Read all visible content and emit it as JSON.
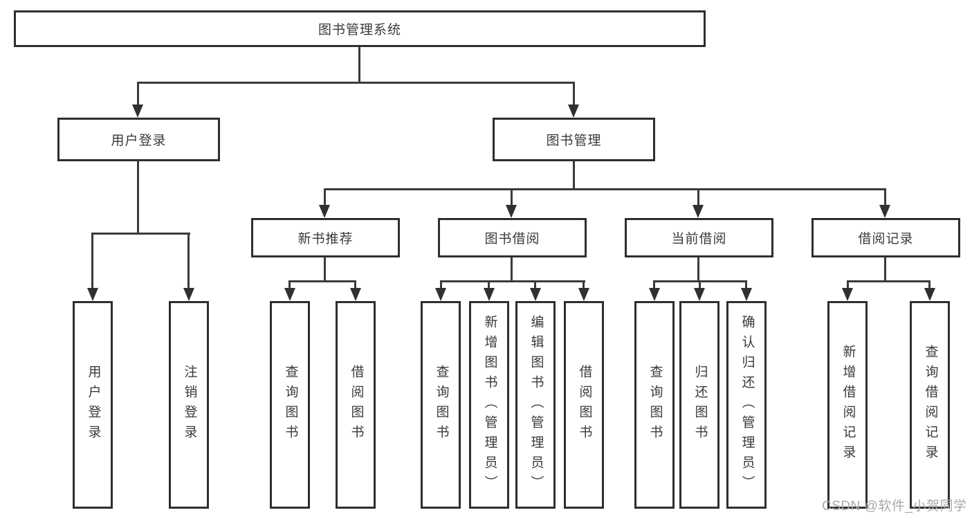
{
  "diagram": {
    "root": {
      "label": "图书管理系统"
    },
    "level2": [
      {
        "label": "用户登录"
      },
      {
        "label": "图书管理"
      }
    ],
    "level3": [
      {
        "label": "新书推荐"
      },
      {
        "label": "图书借阅"
      },
      {
        "label": "当前借阅"
      },
      {
        "label": "借阅记录"
      }
    ],
    "leaves": {
      "login": [
        "用户登录",
        "注销登录"
      ],
      "recommend": [
        "查询图书",
        "借阅图书"
      ],
      "borrow": [
        "查询图书",
        "新增图书（管理员）",
        "编辑图书（管理员）",
        "借阅图书"
      ],
      "current": [
        "查询图书",
        "归还图书",
        "确认归还（管理员）"
      ],
      "records": [
        "新增借阅记录",
        "查询借阅记录"
      ]
    }
  },
  "watermark": {
    "text": "CSDN @软件_小贺同学"
  },
  "colors": {
    "line": "#3a3a3a",
    "border": "#2e2e2e",
    "text": "#3a3a3a",
    "watermark": "#a8a8a8",
    "background": "#ffffff"
  }
}
